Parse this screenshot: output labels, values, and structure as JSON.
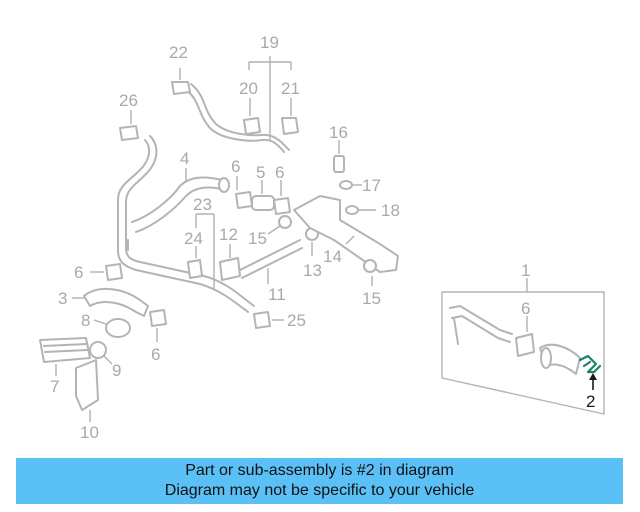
{
  "callouts": [
    {
      "id": "c1",
      "text": "1"
    },
    {
      "id": "c2",
      "text": "2"
    },
    {
      "id": "c3",
      "text": "3"
    },
    {
      "id": "c4",
      "text": "4"
    },
    {
      "id": "c5",
      "text": "5"
    },
    {
      "id": "c6a",
      "text": "6"
    },
    {
      "id": "c6b",
      "text": "6"
    },
    {
      "id": "c6c",
      "text": "6"
    },
    {
      "id": "c6d",
      "text": "6"
    },
    {
      "id": "c6e",
      "text": "6"
    },
    {
      "id": "c7",
      "text": "7"
    },
    {
      "id": "c8",
      "text": "8"
    },
    {
      "id": "c9",
      "text": "9"
    },
    {
      "id": "c10",
      "text": "10"
    },
    {
      "id": "c11",
      "text": "11"
    },
    {
      "id": "c12",
      "text": "12"
    },
    {
      "id": "c13",
      "text": "13"
    },
    {
      "id": "c14",
      "text": "14"
    },
    {
      "id": "c15a",
      "text": "15"
    },
    {
      "id": "c15b",
      "text": "15"
    },
    {
      "id": "c16",
      "text": "16"
    },
    {
      "id": "c17",
      "text": "17"
    },
    {
      "id": "c18",
      "text": "18"
    },
    {
      "id": "c19",
      "text": "19"
    },
    {
      "id": "c20",
      "text": "20"
    },
    {
      "id": "c21",
      "text": "21"
    },
    {
      "id": "c22",
      "text": "22"
    },
    {
      "id": "c23",
      "text": "23"
    },
    {
      "id": "c24",
      "text": "24"
    },
    {
      "id": "c25",
      "text": "25"
    },
    {
      "id": "c26",
      "text": "26"
    }
  ],
  "highlight_part": "2",
  "colors": {
    "banner": "#5bc0f5",
    "highlight": "#1e7f6a"
  },
  "banner": {
    "line1": "Part or sub-assembly is #2 in diagram",
    "line2": "Diagram may not be specific to your vehicle"
  }
}
